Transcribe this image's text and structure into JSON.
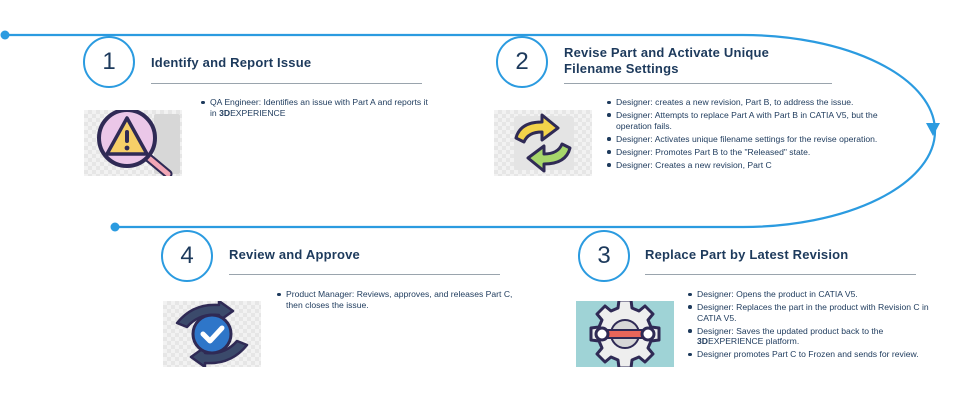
{
  "colors": {
    "flow_line": "#2b9be0",
    "text": "#1d3a5c",
    "divider": "#9aa4ad"
  },
  "steps": [
    {
      "number": "1",
      "title_lines": [
        "Identify and Report Issue"
      ],
      "icon": "warning-search-icon",
      "bullets": [
        {
          "pre": "QA Engineer:  Identifies an issue with Part A and reports it in ",
          "bold": "3D",
          "post": "EXPERIENCE"
        }
      ]
    },
    {
      "number": "2",
      "title_lines": [
        "Revise Part and Activate Unique",
        "Filename Settings"
      ],
      "icon": "refresh-arrows-icon",
      "bullets": [
        {
          "pre": "Designer: creates a new revision, Part B, to address the issue."
        },
        {
          "pre": "Designer: Attempts to replace Part A with  Part B in CATIA V5, but the operation fails."
        },
        {
          "pre": "Designer: Activates unique filename settings for the revise operation."
        },
        {
          "pre": "Designer: Promotes Part B to the \"Released\" state."
        },
        {
          "pre": "Designer: Creates a new revision, Part C"
        }
      ]
    },
    {
      "number": "3",
      "title_lines": [
        "Replace Part by Latest Revision"
      ],
      "icon": "gear-link-icon",
      "bullets": [
        {
          "pre": "Designer: Opens the product in CATIA V5."
        },
        {
          "pre": "Designer: Replaces the part in the product with Revision C in CATIA V5."
        },
        {
          "pre": "Designer: Saves the updated product back to the ",
          "bold": "3D",
          "post": "EXPERIENCE platform."
        },
        {
          "pre": "Designer promotes Part C to Frozen and sends for review."
        }
      ]
    },
    {
      "number": "4",
      "title_lines": [
        "Review and Approve"
      ],
      "icon": "approve-check-icon",
      "bullets": [
        {
          "pre": "Product Manager: Reviews, approves, and releases Part C, then closes the issue."
        }
      ]
    }
  ]
}
